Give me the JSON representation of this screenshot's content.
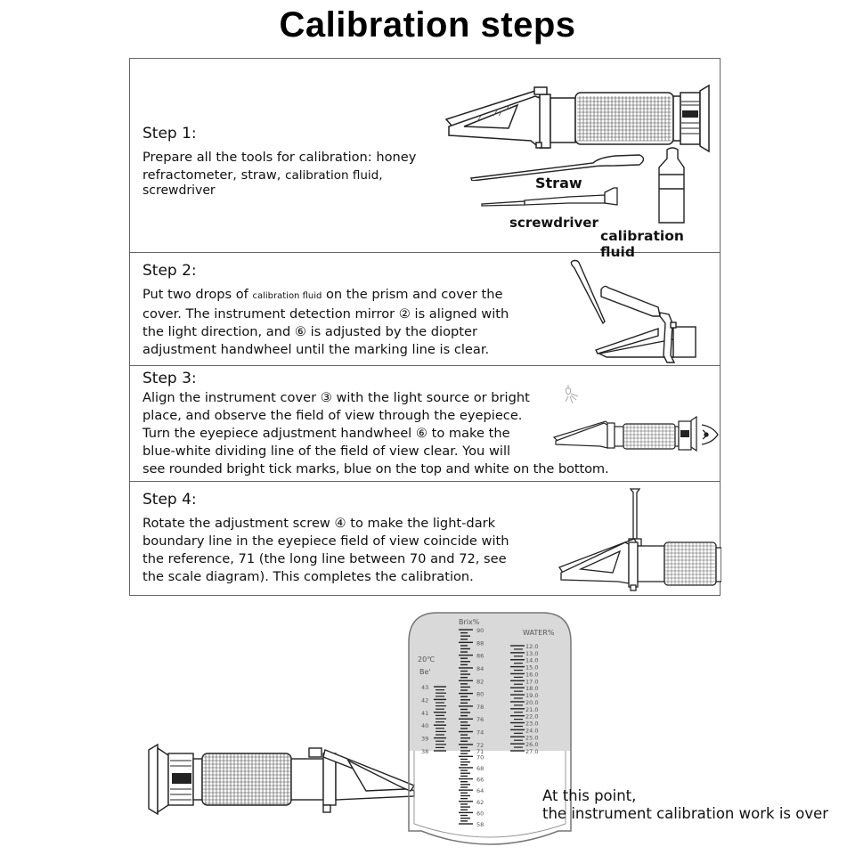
{
  "title": "Calibration steps",
  "steps": [
    {
      "heading": "Step 1:",
      "lines": [
        "Prepare all the tools for calibration: honey",
        "refractometer, straw, ",
        "calibration fluid,",
        "screwdriver"
      ],
      "labels": {
        "straw": "Straw",
        "screwdriver": "screwdriver",
        "fluid": "calibration fluid"
      }
    },
    {
      "heading": "Step 2:",
      "line1_a": "Put two drops of ",
      "line1_small": "calibration fluid",
      "line1_b": " on the prism and cover the",
      "lines": [
        "cover. The instrument detection mirror ② is aligned with",
        "the light direction, and ⑥ is adjusted by the diopter",
        "adjustment handwheel until the marking line is clear."
      ]
    },
    {
      "heading": "Step 3:",
      "lines": [
        "Align the instrument cover ③ with the light source or bright",
        "place, and observe the field of view through the eyepiece.",
        "Turn the eyepiece adjustment handwheel ⑥ to make the",
        "blue-white dividing line of the field of view clear. You will",
        "see rounded bright tick marks, blue on the top and white on the bottom."
      ]
    },
    {
      "heading": "Step 4:",
      "lines": [
        "Rotate the adjustment screw ④ to make the light-dark",
        "boundary line in the eyepiece field of view coincide with",
        "the reference, 71 (the long line between 70 and 72, see",
        "the scale diagram). This completes the calibration."
      ]
    }
  ],
  "scale": {
    "brix_header": "Brix%",
    "water_header": "WATER%",
    "temp_label": "20℃",
    "be_label": "Be'",
    "brix_ticks": [
      "90",
      "88",
      "86",
      "84",
      "82",
      "80",
      "78",
      "76",
      "74",
      "72",
      "71",
      "70",
      "68",
      "66",
      "64",
      "62",
      "60",
      "58"
    ],
    "water_ticks": [
      "12.0",
      "13.0",
      "14.0",
      "15.0",
      "16.0",
      "17.0",
      "18.0",
      "19.0",
      "20.0",
      "21.0",
      "22.0",
      "23.0",
      "24.0",
      "25.0",
      "26.0",
      "27.0"
    ],
    "be_ticks": [
      "43",
      "42",
      "41",
      "40",
      "39",
      "38"
    ],
    "colors": {
      "upper_field": "#d9d9d9",
      "lower_field": "#ffffff",
      "outline": "#777777"
    }
  },
  "final_text": [
    "At this point,",
    "the instrument calibration work is over"
  ],
  "icons": [
    "refractometer-icon",
    "straw-icon",
    "screwdriver-icon",
    "calibration-fluid-bottle-icon",
    "light-bulb-icon",
    "eye-icon"
  ]
}
